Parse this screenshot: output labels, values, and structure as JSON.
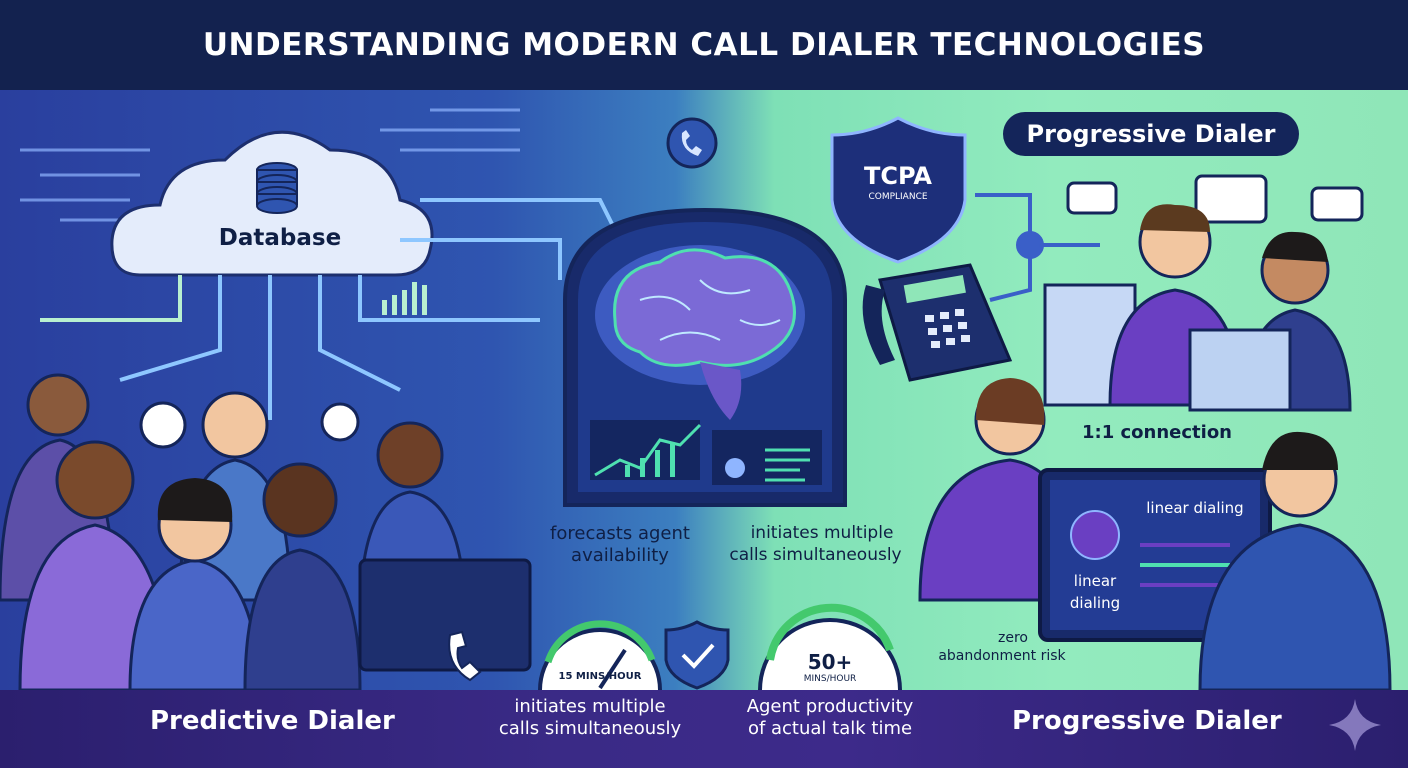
{
  "title": "UNDERSTANDING MODERN CALL DIALER TECHNOLOGIES",
  "database_label": "Database",
  "tcpa": {
    "main": "TCPA",
    "sub": "COMPLIANCE"
  },
  "progressive_pill": "Progressive Dialer",
  "connection_label": "1:1 connection",
  "forecast_label_1": "forecasts agent",
  "forecast_label_2": "availability",
  "initiates_label_1": "initiates multiple",
  "initiates_label_2": "calls simultaneously",
  "screen": {
    "heading": "linear dialing",
    "side_1": "linear",
    "side_2": "dialing"
  },
  "zero_1": "zero",
  "zero_2": "abandonment risk",
  "gauge_left": "15 MINS/HOUR",
  "gauge_right_value": "50+",
  "gauge_right_unit": "MINS/HOUR",
  "bottom": {
    "left_title": "Predictive Dialer",
    "right_title": "Progressive Dialer",
    "stat_left_1": "initiates multiple",
    "stat_left_2": "calls simultaneously",
    "stat_right_1": "Agent productivity",
    "stat_right_2": "of actual talk time"
  },
  "colors": {
    "navy": "#13224f",
    "purple": "#6a3fc2",
    "green": "#8fe6b8",
    "blue": "#2f55b0",
    "gauge_green": "#43c96d"
  }
}
